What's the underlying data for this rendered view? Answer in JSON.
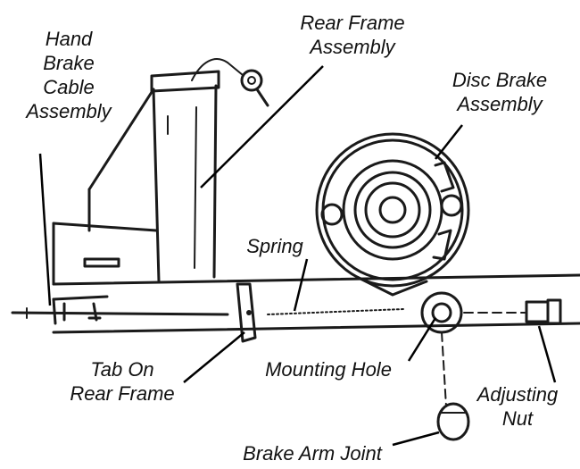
{
  "labels": {
    "hand_brake_cable": [
      "Hand",
      "Brake",
      "Cable",
      "Assembly"
    ],
    "rear_frame": [
      "Rear Frame",
      "Assembly"
    ],
    "disc_brake": [
      "Disc Brake",
      "Assembly"
    ],
    "spring": "Spring",
    "tab_on_rear_frame": [
      "Tab On",
      "Rear Frame"
    ],
    "mounting_hole": "Mounting Hole",
    "adjusting_nut": [
      "Adjusting",
      "Nut"
    ],
    "brake_arm_joint": "Brake Arm Joint"
  },
  "colors": {
    "ink": "#1a1a1a",
    "paper": "#ffffff"
  }
}
